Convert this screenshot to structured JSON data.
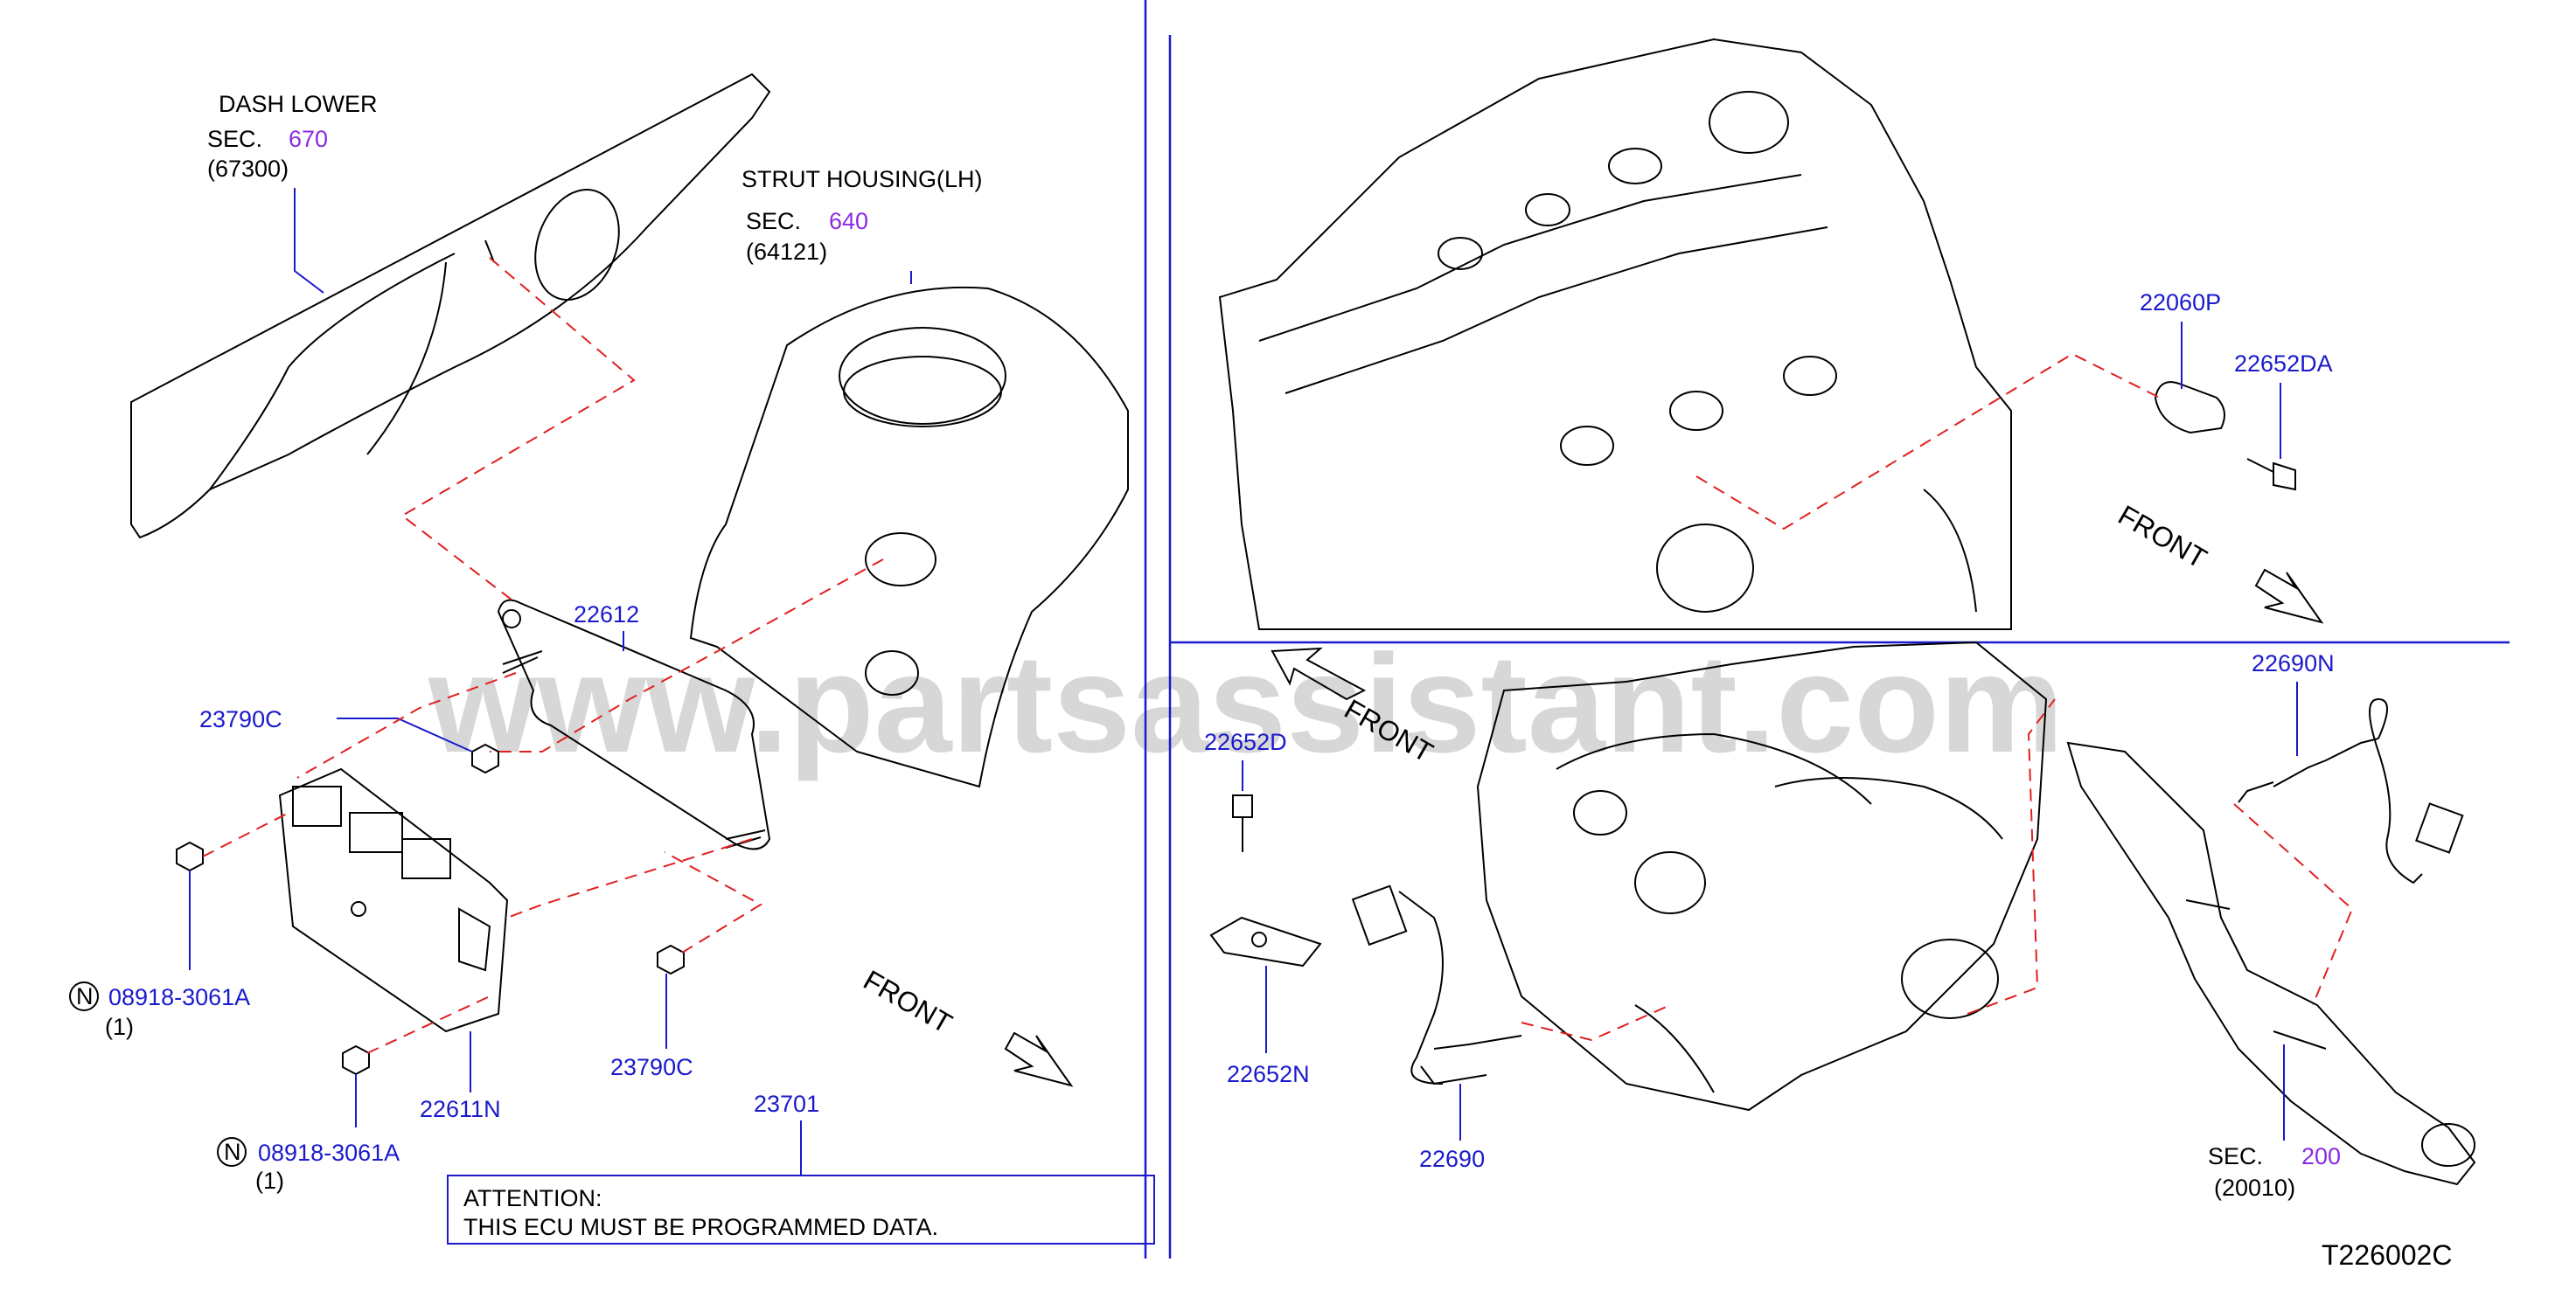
{
  "labels": {
    "dash_lower_title": "DASH  LOWER",
    "dash_lower_sec_prefix": "SEC.",
    "dash_lower_sec_num": "670",
    "dash_lower_code": "(67300)",
    "strut_title": "STRUT  HOUSING(LH)",
    "strut_sec_prefix": "SEC.",
    "strut_sec_num": "640",
    "strut_code": "(64121)",
    "sec200_prefix": "SEC.",
    "sec200_num": "200",
    "sec200_code": "(20010)"
  },
  "parts": {
    "p22612": "22612",
    "p23790c_a": "23790C",
    "p23790c_b": "23790C",
    "p08918_a": "08918-3061A",
    "p08918_a_qty": "(1)",
    "p08918_b": "08918-3061A",
    "p08918_b_qty": "(1)",
    "p22611n": "22611N",
    "p23701": "23701",
    "p22060p": "22060P",
    "p22652da": "22652DA",
    "p22652d": "22652D",
    "p22652n": "22652N",
    "p22690": "22690",
    "p22690n": "22690N",
    "n_symbol": "N"
  },
  "front_labels": {
    "left": "FRONT",
    "right_upper": "FRONT",
    "right_lower": "FRONT"
  },
  "attention": {
    "line1": "ATTENTION:",
    "line2": "THIS  ECU  MUST  BE  PROGRAMMED  DATA."
  },
  "diagram_code": "T226002C",
  "watermark": "www.partsassistant.com",
  "colors": {
    "part_number": "#1a1acc",
    "section_number": "#8a2be2",
    "dashed_guide": "#e02020",
    "divider": "#1a1acc"
  }
}
